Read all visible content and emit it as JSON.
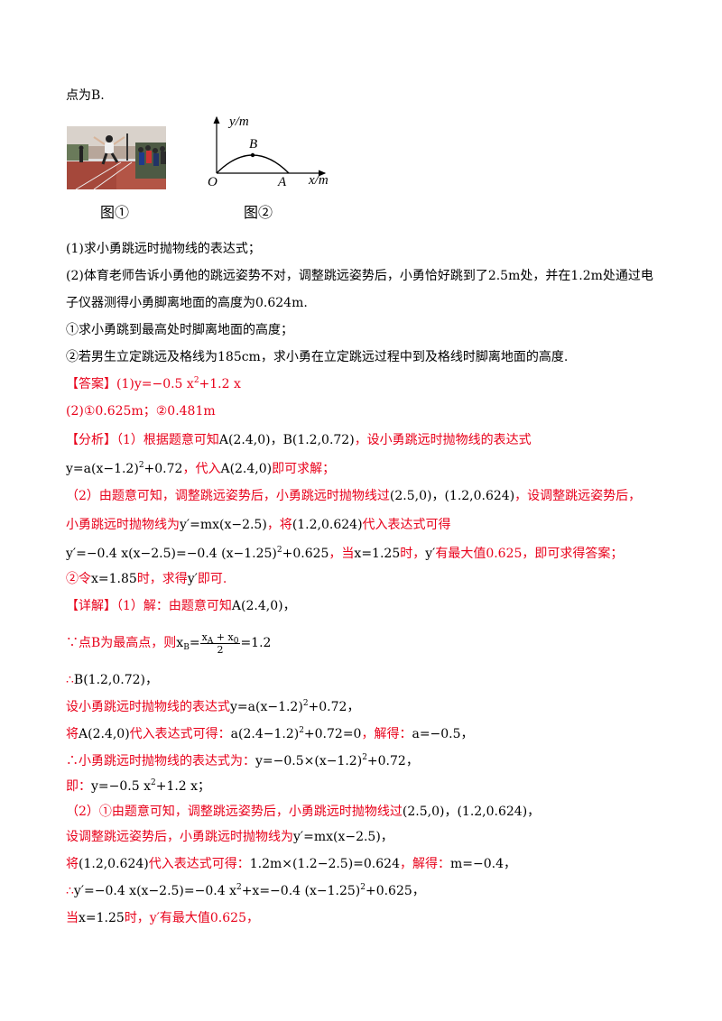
{
  "intro": "点为B.",
  "figure": {
    "photo_caption": "图①",
    "graph_caption": "图②",
    "y_axis_label": "y/m",
    "x_axis_label": "x/m",
    "origin_label": "O",
    "point_a_label": "A",
    "point_b_label": "B"
  },
  "questions": {
    "q1": "(1)求小勇跳远时抛物线的表达式；",
    "q2_line1": "(2)体育老师告诉小勇他的跳远姿势不对，调整跳远姿势后，小勇恰好跳到了2.5m处，并在1.2m处通过电",
    "q2_line2": "子仪器测得小勇脚离地面的高度为0.624m.",
    "q2_sub1": "①求小勇跳到最高处时脚离地面的高度；",
    "q2_sub2": "②若男生立定跳远及格线为185cm，求小勇在立定跳远过程中到及格线时脚离地面的高度."
  },
  "answer": {
    "tag": "【答案】",
    "a1_prefix": "(1)y=−0.5 x",
    "a1_suffix": "+1.2 x",
    "a2": "(2)①0.625m；②0.481m"
  },
  "analysis": {
    "tag": "【分析】",
    "l1_red1": "（1）根据题意可知",
    "l1_black1": "A(2.4,0)，B(1.2,0.72)",
    "l1_red2": "，设小勇跳远时抛物线的表达式",
    "l2_black1": "y=a(x−1.2)",
    "l2_black2": "+0.72",
    "l2_red1": "，代入",
    "l2_black3": "A(2.4,0)",
    "l2_red2": "即可求解；",
    "l3_red1": "（2）由题意可知，调整跳远姿势后，小勇跳远时抛物线过",
    "l3_black1": "(2.5,0)，(1.2,0.624)",
    "l3_red2": "，设调整跳远姿势后，",
    "l4_red1": "小勇跳远时抛物线为",
    "l4_black1": "y′=mx(x−2.5)",
    "l4_red2": "，将",
    "l4_black2": "(1.2,0.624)",
    "l4_red3": "代入表达式可得",
    "l5_black1": "y′=−0.4 x(x−2.5)=−0.4 (x−1.25)",
    "l5_black2": "+0.625",
    "l5_red1": "，当",
    "l5_black3": "x=1.25",
    "l5_red2": "时，",
    "l5_black4": "y′",
    "l5_red3": "有最大值0.625，即可求得答案；",
    "l6_red1": "②令",
    "l6_black1": "x=1.85",
    "l6_red2": "时，求得",
    "l6_black2": "y′",
    "l6_red3": "即可."
  },
  "detail": {
    "tag": "【详解】",
    "d1_red": "（1）解：由题意可知",
    "d1_black": "A(2.4,0)，",
    "d2_red": "∵点B为最高点，则",
    "d2_xb": "x",
    "d2_xb_sub": "B",
    "d2_num": "x",
    "d2_num_sub1": "A",
    "d2_num_mid": " + x",
    "d2_num_sub2": "0",
    "d2_den": "2",
    "d2_result": "=1.2",
    "d3_red": "∴",
    "d3_black": "B(1.2,0.72)，",
    "d4_red": "设小勇跳远时抛物线的表达式",
    "d4_black1": "y=a(x−1.2)",
    "d4_black2": "+0.72，",
    "d5_red1": "将",
    "d5_black1": "A(2.4,0)",
    "d5_red2": "代入表达式可得：",
    "d5_black2": "a(2.4−1.2)",
    "d5_black3": "+0.72=0",
    "d5_red3": "，解得：",
    "d5_black4": "a=−0.5，",
    "d6_red": "∴小勇跳远时抛物线的表达式为：",
    "d6_black1": "y=−0.5×(x−1.2)",
    "d6_black2": "+0.72，",
    "d7_red": "即：",
    "d7_black1": "y=−0.5 x",
    "d7_black2": "+1.2 x；",
    "d8_red1": "（2）①由题意可知，调整跳远姿势后，小勇跳远时抛物线过",
    "d8_black": "(2.5,0)，(1.2,0.624)，",
    "d9_red": "设调整跳远姿势后，小勇跳远时抛物线为",
    "d9_black": "y′=mx(x−2.5)，",
    "d10_red1": "将",
    "d10_black1": "(1.2,0.624)",
    "d10_red2": "代入表达式可得：",
    "d10_black2": "1.2m×(1.2−2.5)=0.624",
    "d10_red3": "，解得：",
    "d10_black3": "m=−0.4，",
    "d11_red": "∴",
    "d11_black1": "y′=−0.4 x(x−2.5)=−0.4 x",
    "d11_black2": "+x=−0.4 (x−1.25)",
    "d11_black3": "+0.625，",
    "d12_red1": "当",
    "d12_black": "x=1.25",
    "d12_red2": "时，y′有最大值0.625，"
  },
  "sup2": "2"
}
